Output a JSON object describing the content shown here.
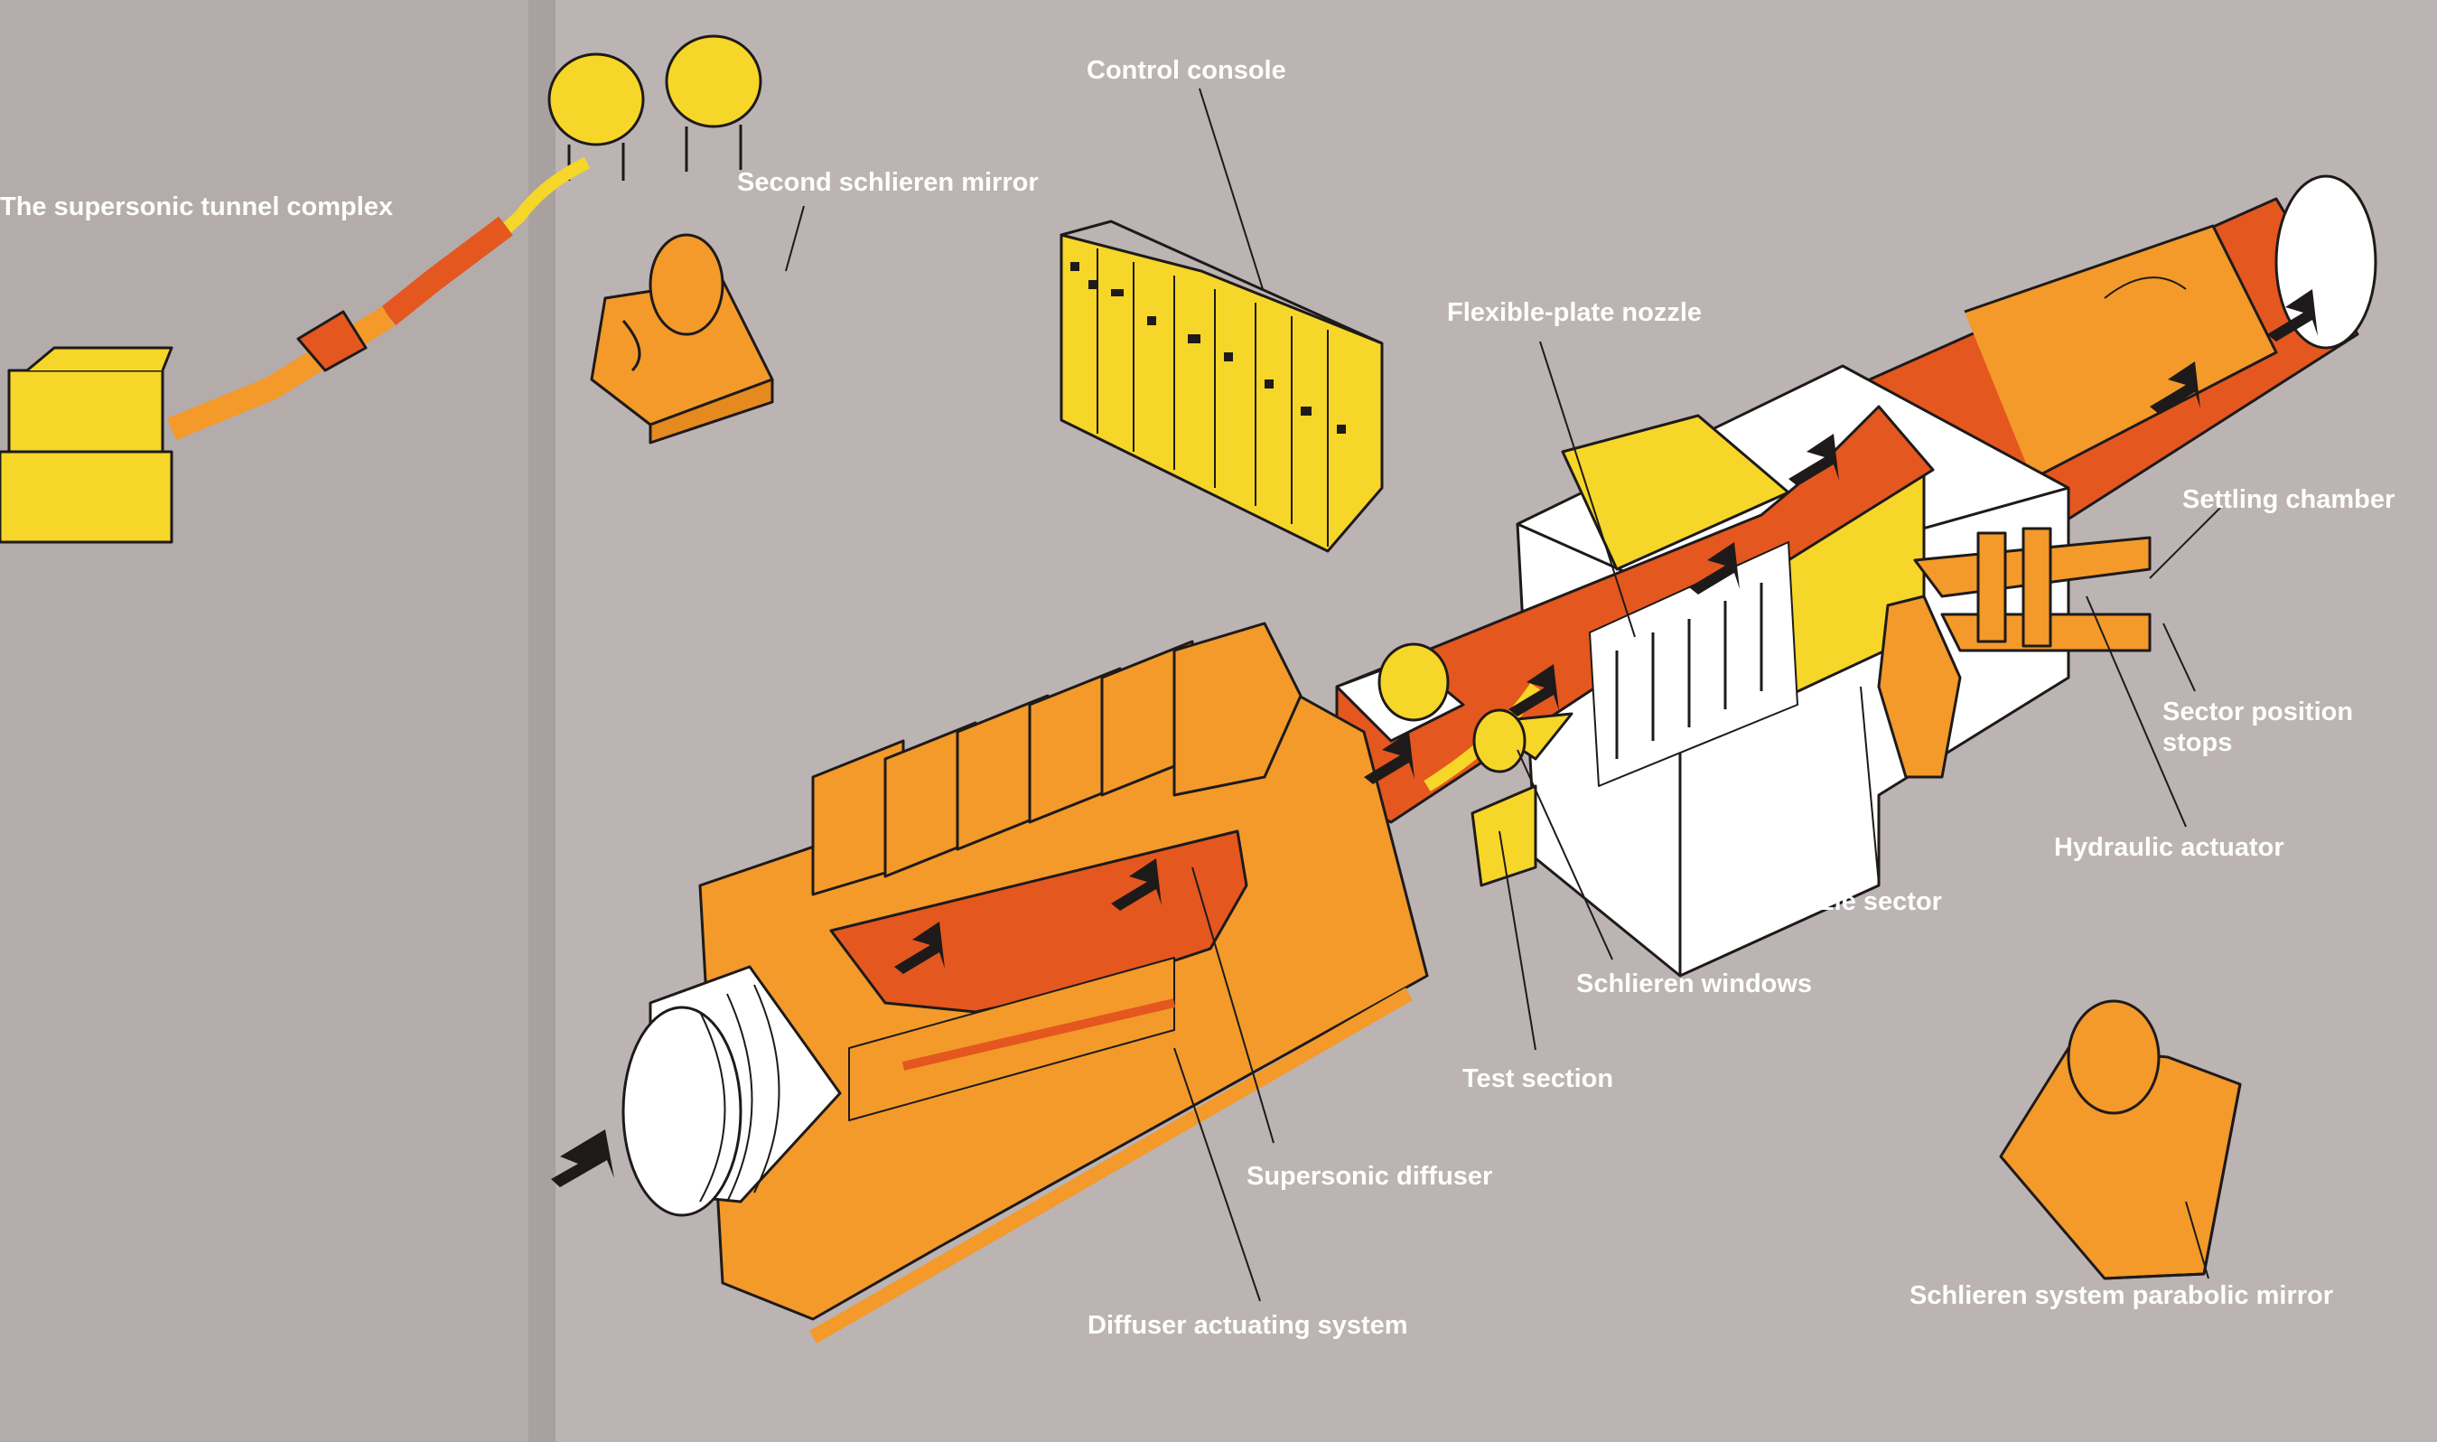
{
  "labels": {
    "complex": "The supersonic tunnel complex",
    "control_console": "Control console",
    "second_mirror": "Second schlieren mirror",
    "flexible_nozzle": "Flexible-plate nozzle",
    "settling_chamber": "Settling chamber",
    "sector_stops_1": "Sector position",
    "sector_stops_2": "stops",
    "hydraulic_actuator": "Hydraulic actuator",
    "nozzle_sector": "Nozzle sector",
    "schlieren_windows": "Schlieren windows",
    "test_section": "Test section",
    "supersonic_diffuser": "Supersonic diffuser",
    "diffuser_actuating": "Diffuser actuating system",
    "parabolic_mirror": "Schlieren system parabolic mirror"
  },
  "colors": {
    "background": "#bcb3b3",
    "left_page": "#b4abab",
    "orange": "#f39a2a",
    "red_orange": "#e4571f",
    "yellow": "#f6d628",
    "white": "#ffffff",
    "outline": "#1e1a1a"
  },
  "icons": [
    "flow-arrow-icon"
  ]
}
